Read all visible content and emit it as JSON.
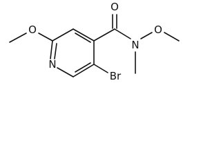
{
  "molecule": {
    "atoms": {
      "ring_nitrogen": "N",
      "carbonyl_oxygen": "O",
      "amide_nitrogen": "N",
      "n_methoxy_oxygen": "O",
      "ring_methoxy_oxygen": "O",
      "bromine": "Br"
    }
  }
}
